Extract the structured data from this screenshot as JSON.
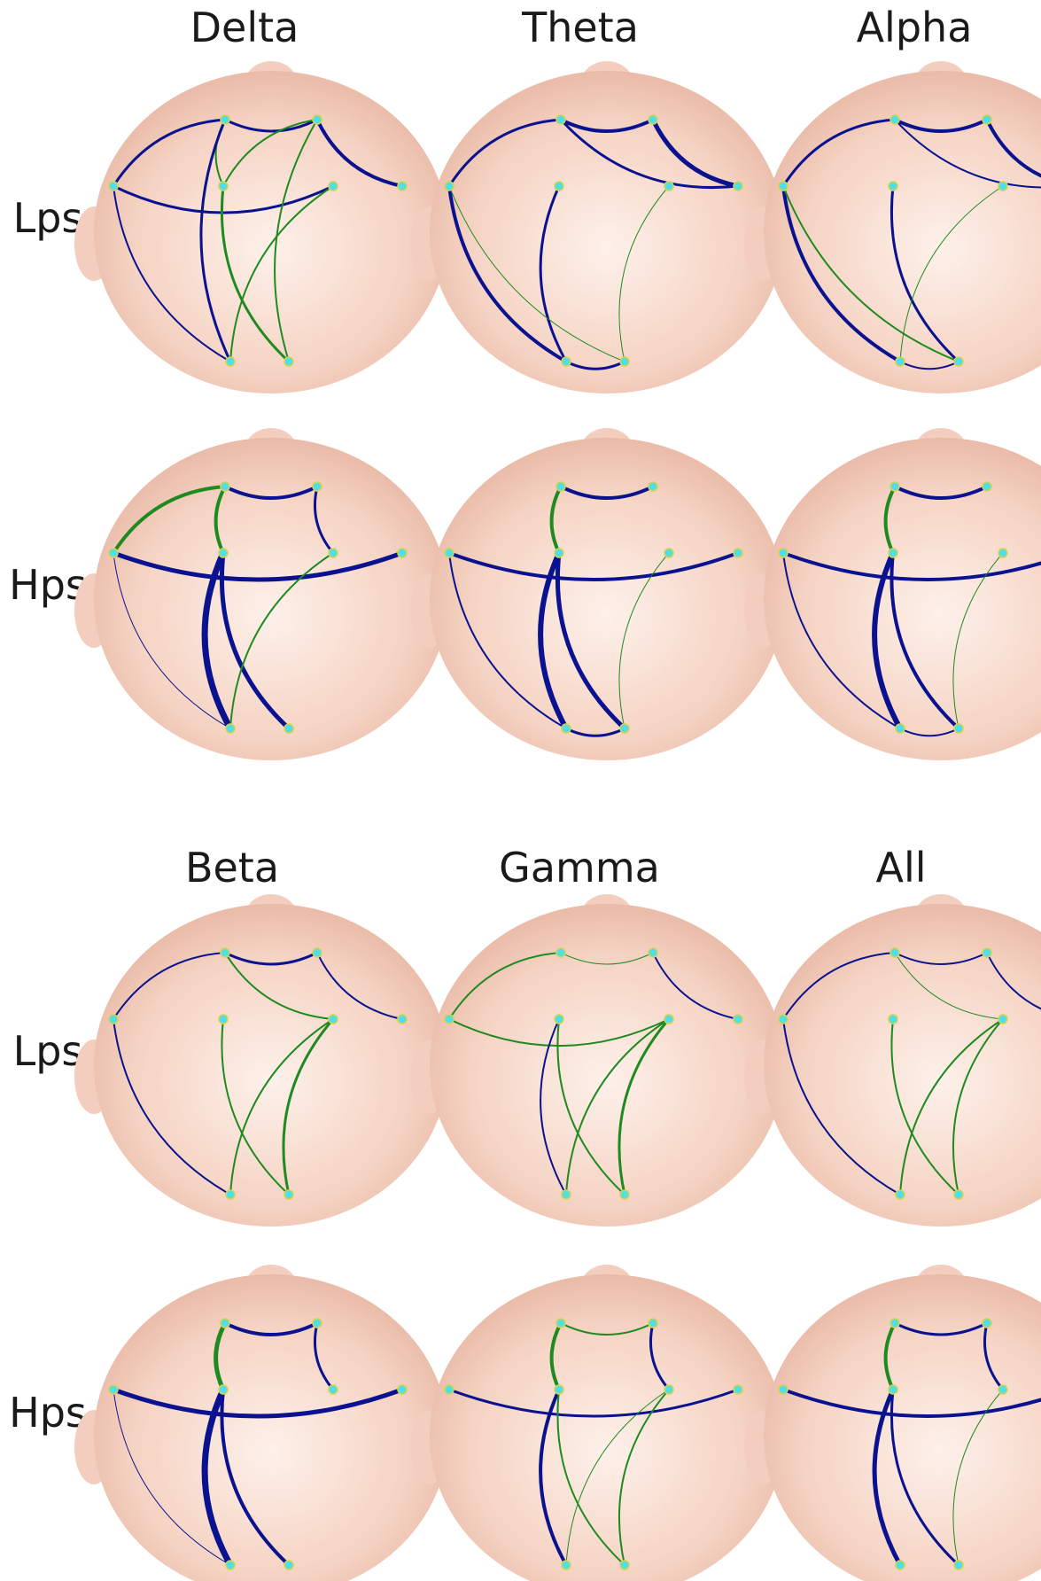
{
  "figure": {
    "groups": [
      {
        "bands": [
          "Delta",
          "Theta",
          "Alpha"
        ],
        "rows": [
          "Lps",
          "Hps"
        ]
      },
      {
        "bands": [
          "Beta",
          "Gamma",
          "All"
        ],
        "rows": [
          "Lps",
          "Hps"
        ]
      }
    ]
  },
  "colors": {
    "connection_primary": "#0a128f",
    "connection_secondary": "#1f8a1f",
    "scalp": "#f3cdbd",
    "electrode": "#4ee0e6"
  }
}
